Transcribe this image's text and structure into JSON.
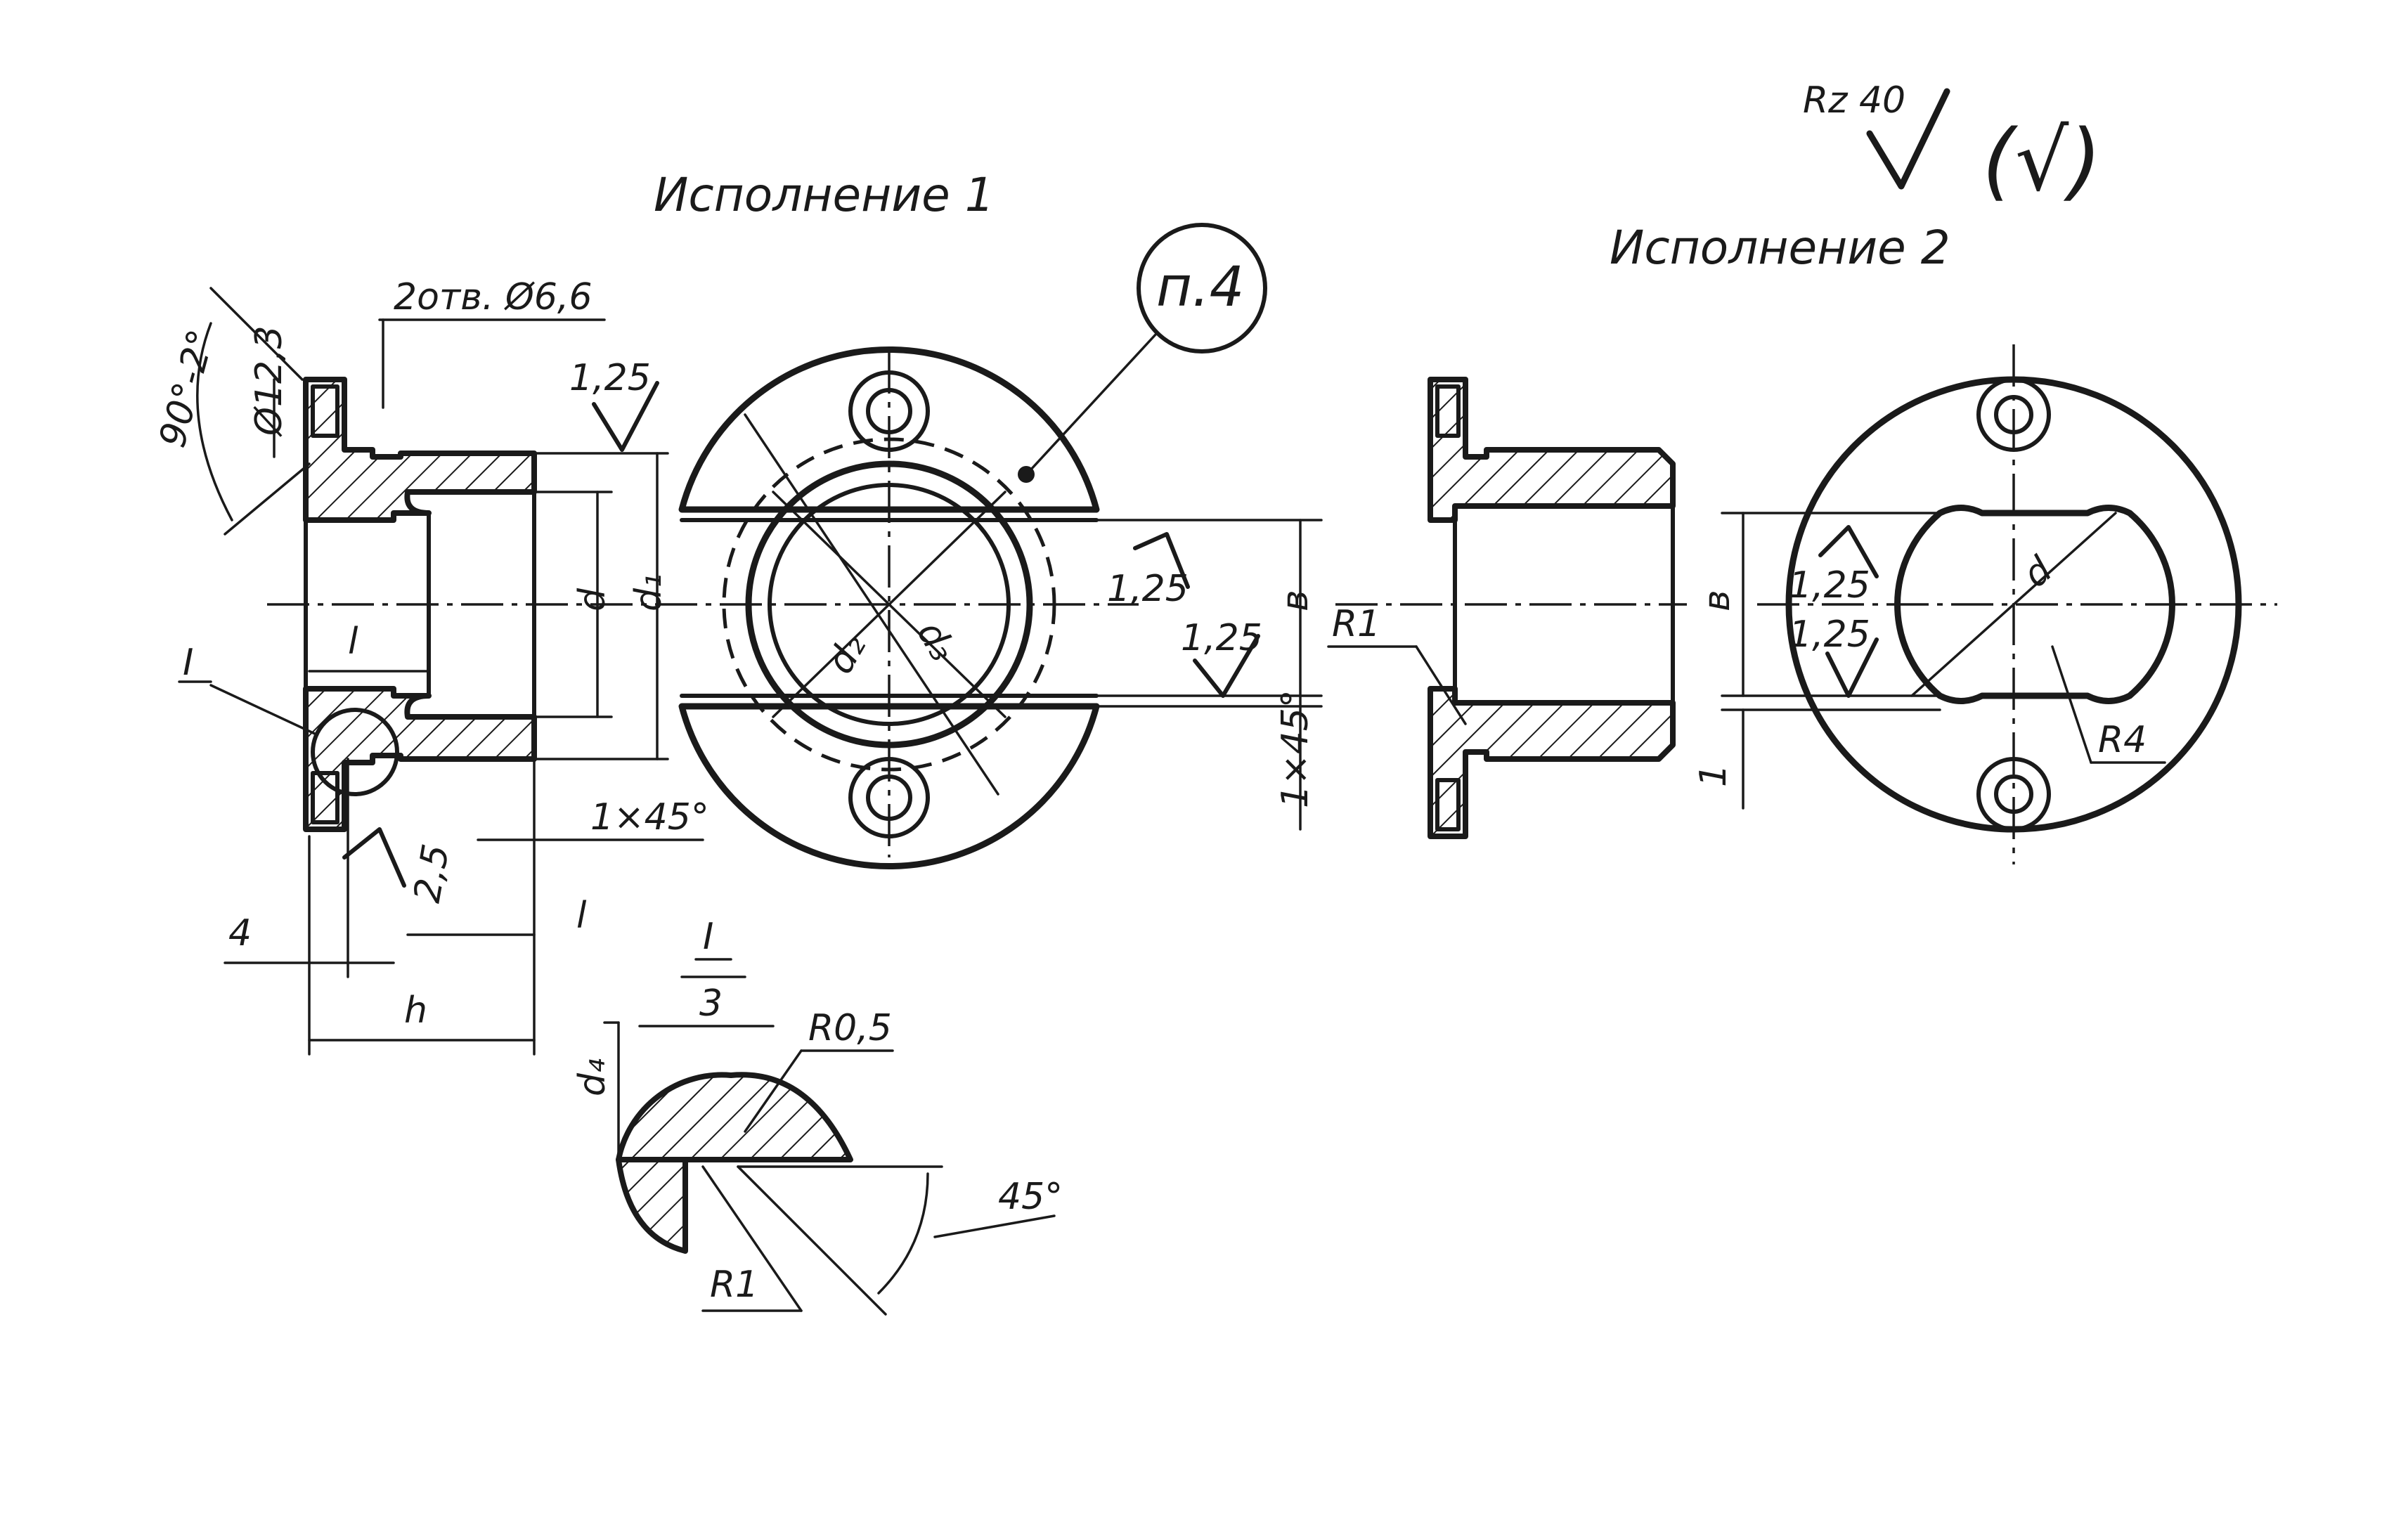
{
  "titles": {
    "variant1": "Исполнение 1",
    "variant2": "Исполнение 2"
  },
  "roughness": {
    "label": "Rz 40",
    "general_mark": "(√)"
  },
  "callout": {
    "item": "п.4"
  },
  "dimensions": {
    "holes": "2отв. Ø6,6",
    "angle": "90°-2°",
    "counterbore": "Ø12,3",
    "roughness_1": "1,25",
    "roughness_2": "1,25",
    "roughness_3": "1,25",
    "roughness_4": "1,25",
    "roughness_5": "1,25",
    "d": "d",
    "d1": "d₁",
    "d2": "d₂",
    "d3": "d₃",
    "d4": "d₄",
    "d_v2": "d",
    "l_1": "l",
    "l_2": "l",
    "h": "h",
    "four": "4",
    "two_five": "2,5",
    "chamfer_1": "1×45°",
    "chamfer_2": "1×45°",
    "b_1": "в",
    "b_2": "в",
    "one": "1",
    "r1_v2": "R1",
    "r4": "R4",
    "r1_detail": "R1",
    "r05": "R0,5",
    "angle_45": "45°",
    "three": "3",
    "detail_ref": "I",
    "detail_label": "I"
  }
}
